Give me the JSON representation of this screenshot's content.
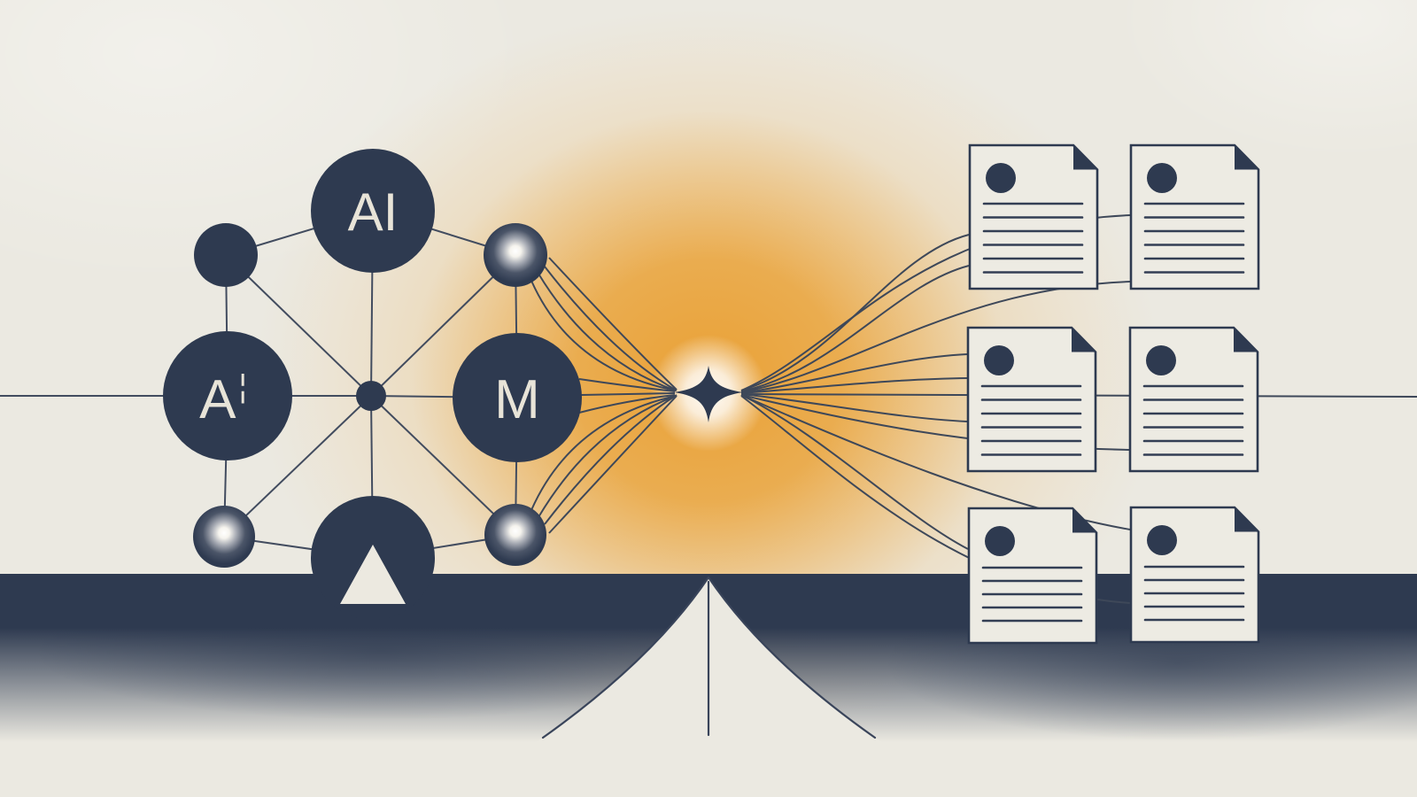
{
  "illustration": {
    "description": "Abstract AI network funneling through a glowing spark into a grid of documents",
    "palette": {
      "background": "#ebe9e1",
      "navy": "#2e3a50",
      "line": "#424c5f",
      "orange_glow": "#e9a23c",
      "label_text": "#e8e4d8",
      "document_fill": "#edebe3"
    },
    "network": {
      "node_count": 9,
      "edge_count": 17,
      "labeled_nodes": [
        {
          "id": "node-ai",
          "label": "AI"
        },
        {
          "id": "node-a",
          "label": "A",
          "mark": "¦"
        },
        {
          "id": "node-m",
          "label": "M"
        }
      ],
      "unlabeled_nodes": [
        {
          "id": "node-dot-top-left",
          "type": "solid-dot"
        },
        {
          "id": "node-sphere-top-right",
          "type": "glossy-sphere"
        },
        {
          "id": "node-sphere-bottom-left",
          "type": "glossy-sphere"
        },
        {
          "id": "node-sphere-bottom-right",
          "type": "glossy-sphere"
        },
        {
          "id": "node-triangle",
          "type": "circle-with-triangle"
        },
        {
          "id": "node-hub",
          "type": "small-hub-dot"
        }
      ]
    },
    "spark": {
      "type": "four-point-sparkle",
      "glow": "white",
      "lines_in": 11,
      "lines_out": 12
    },
    "documents": {
      "grid": "3 rows x 2 columns",
      "count": 6,
      "items": [
        {
          "id": "doc-1",
          "bullet": true,
          "folded_corner": true,
          "text_line_count": 6
        },
        {
          "id": "doc-2",
          "bullet": true,
          "folded_corner": true,
          "text_line_count": 6
        },
        {
          "id": "doc-3",
          "bullet": true,
          "folded_corner": true,
          "text_line_count": 6
        },
        {
          "id": "doc-4",
          "bullet": true,
          "folded_corner": true,
          "text_line_count": 6
        },
        {
          "id": "doc-5",
          "bullet": true,
          "folded_corner": true,
          "text_line_count": 5
        },
        {
          "id": "doc-6",
          "bullet": true,
          "folded_corner": true,
          "text_line_count": 5
        }
      ]
    },
    "ground": {
      "type": "dark-band-with-soft-shadow"
    },
    "beam": {
      "type": "light-cone",
      "line_count": 3
    }
  }
}
